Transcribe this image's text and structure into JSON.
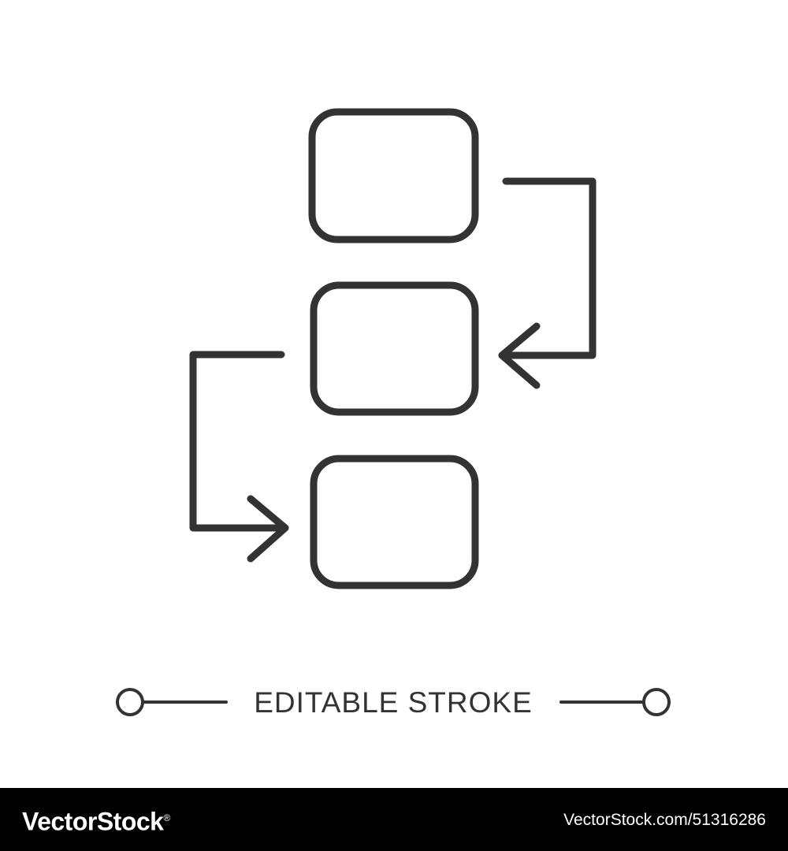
{
  "caption": "EDITABLE STROKE",
  "watermark": {
    "brand": "VectorStock",
    "brand_mark": "®",
    "image_ref": "VectorStock.com/51316286"
  },
  "colors": {
    "stroke": "#333333",
    "background": "#ffffff",
    "footer_background": "#000000",
    "footer_text": "#ffffff"
  },
  "diagram": {
    "boxes": 3,
    "connectors": 2,
    "icon_style": "thin line flowchart"
  }
}
